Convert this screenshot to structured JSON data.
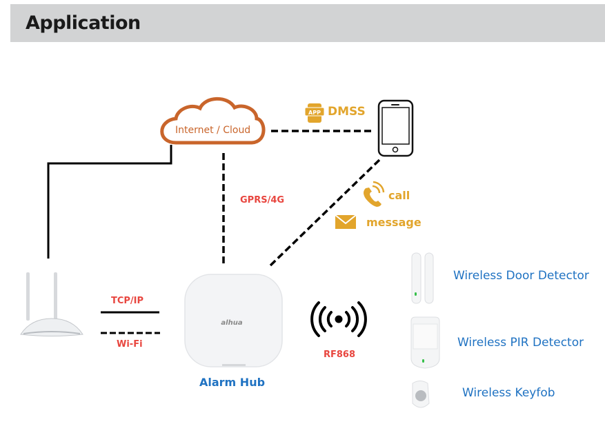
{
  "header": {
    "title": "Application"
  },
  "cloud": {
    "label": "Internet / Cloud"
  },
  "app": {
    "badge": "APP",
    "label": "DMSS"
  },
  "links": {
    "gprs": "GPRS/4G",
    "tcpip": "TCP/IP",
    "wifi": "Wi-Fi",
    "rf": "RF868"
  },
  "notifications": {
    "call": "call",
    "message": "message"
  },
  "hub": {
    "label": "Alarm Hub",
    "brand": "alhua"
  },
  "devices": [
    {
      "label": "Wireless Door Detector"
    },
    {
      "label": "Wireless PIR Detector"
    },
    {
      "label": "Wireless Keyfob"
    }
  ],
  "colors": {
    "link_label": "#e8463f",
    "notify": "#e2a52c",
    "device_label": "#1f72c2",
    "cloud": "#c9652b",
    "header_bg": "#d2d3d4"
  }
}
